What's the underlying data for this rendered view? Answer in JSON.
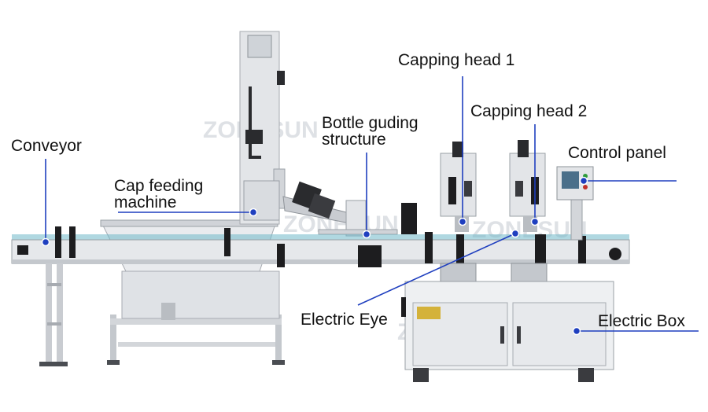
{
  "colors": {
    "pointer": "#1f3fbf",
    "label_text": "#111111",
    "steel_light": "#e3e5e8",
    "steel_mid": "#c4c8cd",
    "steel_dark": "#8e9399",
    "black_part": "#1d1d1f",
    "watermark": "#d7dadf"
  },
  "watermark": "ZONESUN",
  "labels": {
    "capping_head_1": "Capping head 1",
    "capping_head_2": "Capping head 2",
    "bottle_guiding_line1": "Bottle guding",
    "bottle_guiding_line2": "structure",
    "conveyor": "Conveyor",
    "control_panel": "Control panel",
    "cap_feeding_line1": "Cap feeding",
    "cap_feeding_line2": "machine",
    "electric_eye": "Electric Eye",
    "electric_box": "Electric Box"
  }
}
